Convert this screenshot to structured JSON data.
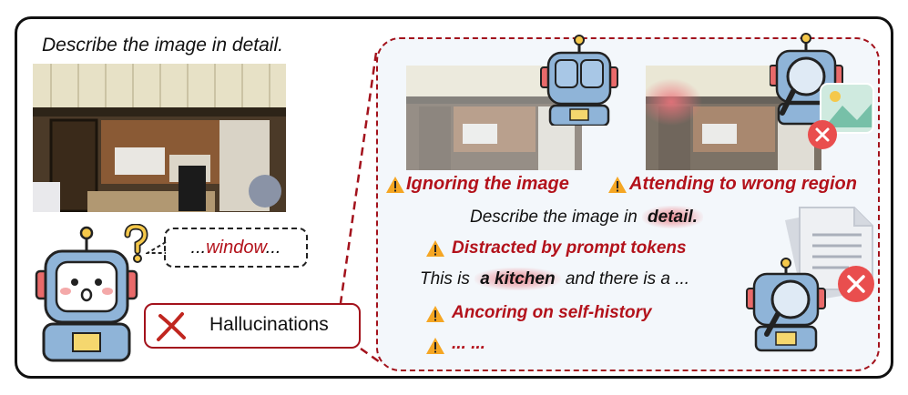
{
  "main_prompt": "Describe the image in detail.",
  "callout_prefix": "...",
  "callout_word": "window",
  "callout_suffix": "...",
  "hallucinations_label": "Hallucinations",
  "issues": {
    "ignoring": "Ignoring the image",
    "wrong_region": "Attending to wrong region",
    "distracted": "Distracted by prompt tokens",
    "anchoring": "Ancoring on self-history",
    "more": "... ..."
  },
  "panel_prompt": {
    "pre": "Describe the image in ",
    "highlight": "detail."
  },
  "history": {
    "pre": "This is ",
    "highlight": "a kitchen",
    "post": " and there is a ..."
  },
  "colors": {
    "accent_red": "#b3121b",
    "warning_yellow": "#f5a623",
    "robot_blue": "#8fb4d8"
  },
  "icons": [
    "robot-icon",
    "question-mark-icon",
    "warning-icon",
    "cross-mark-icon",
    "magnifier-icon",
    "image-icon",
    "document-icon",
    "close-icon"
  ]
}
